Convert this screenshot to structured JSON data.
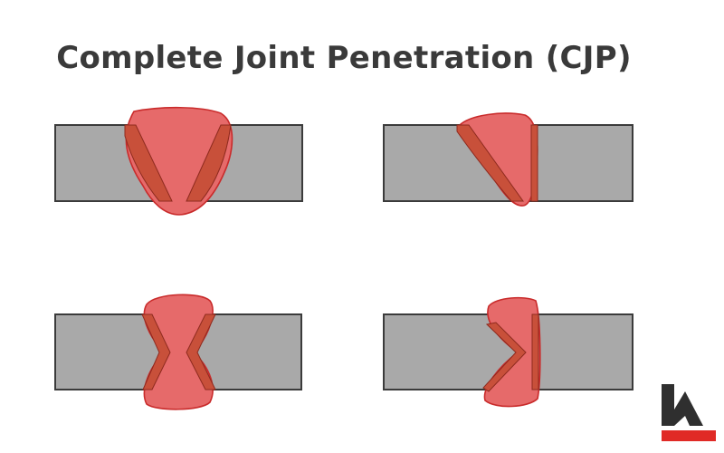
{
  "title": "Complete Joint Penetration (CJP)",
  "colors": {
    "plate_fill": "#a9a9a9",
    "plate_stroke": "#3b3b3b",
    "weld_fill": "#e66a6a",
    "weld_stroke": "#c92b2b",
    "fusion_fill": "#c8503a",
    "logo_dark": "#2f2f2f",
    "logo_red": "#e02a26"
  },
  "joints": [
    {
      "name": "single-v-groove"
    },
    {
      "name": "single-bevel-groove"
    },
    {
      "name": "double-v-groove"
    },
    {
      "name": "double-bevel-groove"
    }
  ],
  "logo": {
    "icon": "brand-logo-icon"
  }
}
